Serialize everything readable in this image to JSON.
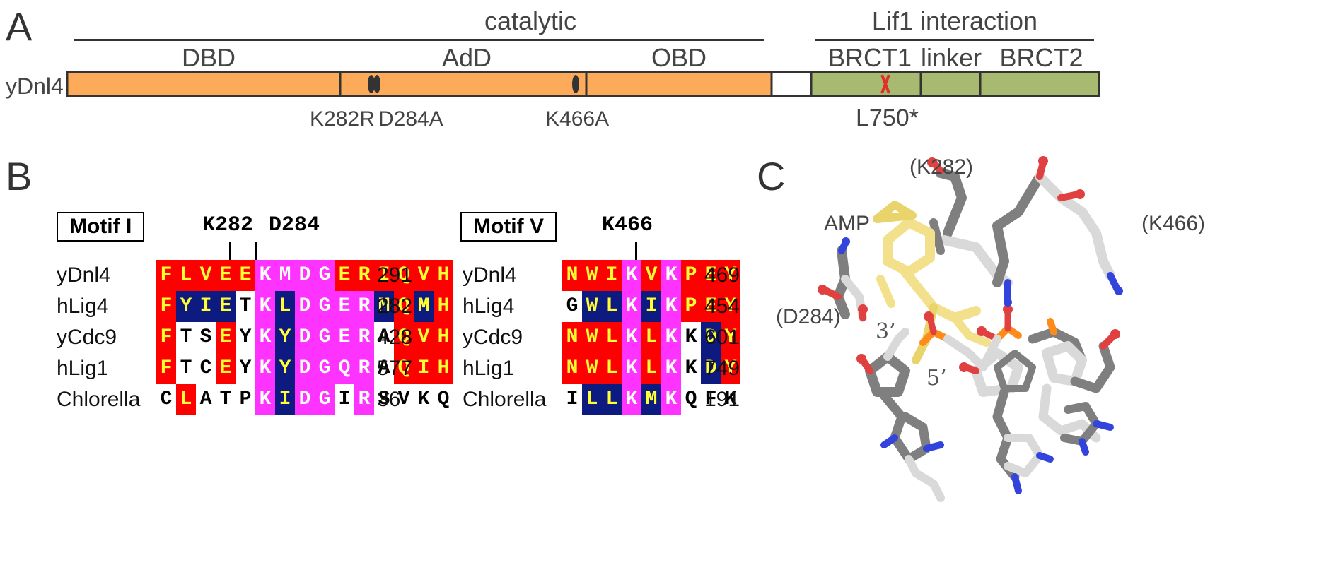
{
  "panels": {
    "a": "A",
    "b": "B",
    "c": "C"
  },
  "panelA": {
    "regions": {
      "catalytic": "catalytic",
      "lif1": "Lif1 interaction"
    },
    "domains": [
      "DBD",
      "AdD",
      "OBD",
      "BRCT1",
      "linker",
      "BRCT2"
    ],
    "protein": "yDnl4",
    "mutations": {
      "k282r": "K282R",
      "d284a": "D284A",
      "k466a": "K466A",
      "l750": "L750*"
    },
    "colors": {
      "catalytic_fill": "#fdab5b",
      "brct_fill": "#a7ba70",
      "mutation_mark": "#e0302a"
    }
  },
  "panelB": {
    "motif1": {
      "title": "Motif I",
      "residues": [
        "K282",
        "D284"
      ],
      "rows": [
        {
          "name": "yDnl4",
          "seq": "FLVEEKMDGERIQVH",
          "cls": "rrrrrmmmmrrrrrr",
          "num": "291"
        },
        {
          "name": "hLig4",
          "seq": "FYIETKLDGERMQMH",
          "cls": "rnnnwmnmmmmnrnr",
          "num": "282"
        },
        {
          "name": "yCdc9",
          "seq": "FTSEYKYDGERAQVH",
          "cls": "rwwrwmnmmmmwrrr",
          "num": "428"
        },
        {
          "name": "hLig1",
          "seq": "FTCEYKYDGQRAQIH",
          "cls": "rwwrwmnmmmmwrrr",
          "num": "577"
        },
        {
          "name": "Chlorella",
          "seq": "CLATPKIDGIRSVKQ",
          "cls": "wrwwwmnmmwmwwww",
          "num": "36"
        }
      ]
    },
    "motif5": {
      "title": "Motif V",
      "residues": [
        "K466"
      ],
      "rows": [
        {
          "name": "yDnl4",
          "seq": "NWIKVKPEY",
          "cls": "rrrmrmrrr",
          "num": "469"
        },
        {
          "name": "hLig4",
          "seq": "GWLKIKPEY",
          "cls": "wnnmnmrrr",
          "num": "454"
        },
        {
          "name": "yCdc9",
          "seq": "NWLKLKKDY",
          "cls": "rrrmrmwnr",
          "num": "601"
        },
        {
          "name": "hLig1",
          "seq": "NWLKLKKDY",
          "cls": "rrrmrmwnr",
          "num": "749"
        },
        {
          "name": "Chlorella",
          "seq": "ILLKMKQFK",
          "cls": "wnnmnmwww",
          "num": "191"
        }
      ]
    },
    "colors": {
      "identical": "#ff0000",
      "lysine": "#ff33ff",
      "similar": "#0d1a80",
      "text_yellow": "#ffff33"
    }
  },
  "panelC": {
    "labels": {
      "k282": "(K282)",
      "amp": "AMP",
      "k466": "(K466)",
      "d284": "(D284)",
      "end3": "3’",
      "end5": "5’"
    },
    "colors": {
      "carbon_light": "#d9d9d9",
      "carbon_dark": "#7f7f7f",
      "amp_carbon": "#f2e08a",
      "oxygen": "#e04040",
      "nitrogen": "#3344dd",
      "phosphorus": "#ff8c1a"
    }
  }
}
